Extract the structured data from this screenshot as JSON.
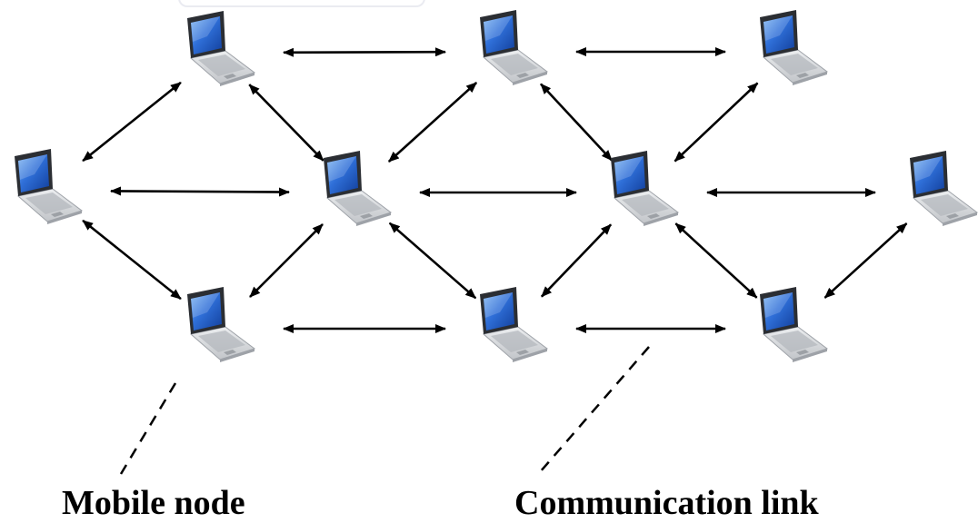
{
  "labels": {
    "mobile_node": "Mobile node",
    "communication_link": "Communication link"
  },
  "colors": {
    "arrow": "#000000",
    "screen": "#1f57c9",
    "screen_highlight": "#7fb6f2",
    "bezel": "#2b2e33",
    "body": "#d4d6d9",
    "body_edge": "#9ea2a8",
    "keyboard": "#b4b8bd"
  },
  "icon": "laptop-icon",
  "nodes": [
    {
      "id": "top-1"
    },
    {
      "id": "top-2"
    },
    {
      "id": "top-3"
    },
    {
      "id": "left"
    },
    {
      "id": "middle-1"
    },
    {
      "id": "middle-2"
    },
    {
      "id": "right"
    },
    {
      "id": "bottom-1"
    },
    {
      "id": "bottom-2"
    },
    {
      "id": "bottom-3"
    }
  ],
  "links": [
    {
      "from": "top-1",
      "to": "top-2"
    },
    {
      "from": "top-2",
      "to": "top-3"
    },
    {
      "from": "left",
      "to": "top-1"
    },
    {
      "from": "top-1",
      "to": "middle-1"
    },
    {
      "from": "left",
      "to": "middle-1"
    },
    {
      "from": "left",
      "to": "bottom-1"
    },
    {
      "from": "top-2",
      "to": "middle-1"
    },
    {
      "from": "top-2",
      "to": "middle-2"
    },
    {
      "from": "top-3",
      "to": "middle-2"
    },
    {
      "from": "middle-1",
      "to": "middle-2"
    },
    {
      "from": "middle-2",
      "to": "right"
    },
    {
      "from": "middle-1",
      "to": "bottom-1"
    },
    {
      "from": "middle-1",
      "to": "bottom-2"
    },
    {
      "from": "middle-2",
      "to": "bottom-2"
    },
    {
      "from": "middle-2",
      "to": "bottom-3"
    },
    {
      "from": "bottom-1",
      "to": "bottom-2"
    },
    {
      "from": "bottom-2",
      "to": "bottom-3"
    },
    {
      "from": "right",
      "to": "bottom-3"
    }
  ]
}
